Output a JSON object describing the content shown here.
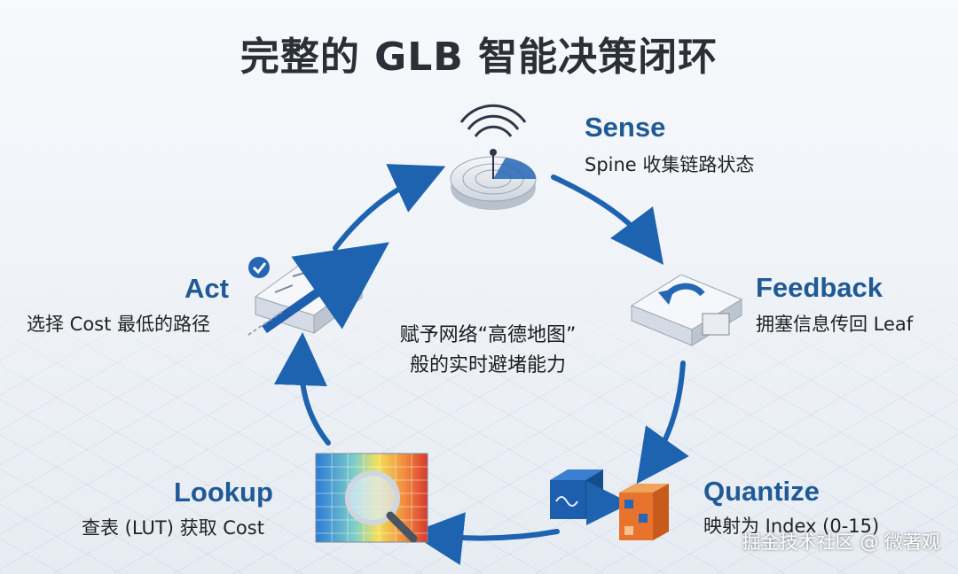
{
  "title": "完整的 GLB 智能决策闭环",
  "center_text": {
    "line1": "赋予网络“高德地图”",
    "line2": "般的实时避堵能力"
  },
  "nodes": [
    {
      "id": "sense",
      "title": "Sense",
      "desc": "Spine 收集链路状态",
      "icon": "radar-icon"
    },
    {
      "id": "feedback",
      "title": "Feedback",
      "desc": "拥塞信息传回 Leaf",
      "icon": "feedback-box-icon"
    },
    {
      "id": "quantize",
      "title": "Quantize",
      "desc": "映射为 Index (0-15)",
      "icon": "quantize-cubes-icon"
    },
    {
      "id": "lookup",
      "title": "Lookup",
      "desc": "查表 (LUT) 获取 Cost",
      "icon": "lookup-table-icon"
    },
    {
      "id": "act",
      "title": "Act",
      "desc": "选择 Cost 最低的路径",
      "icon": "switch-icon"
    }
  ],
  "watermark": "掘金技术社区 @ 微著观",
  "colors": {
    "accent": "#1f5a96",
    "arrow": "#1d63b0"
  }
}
